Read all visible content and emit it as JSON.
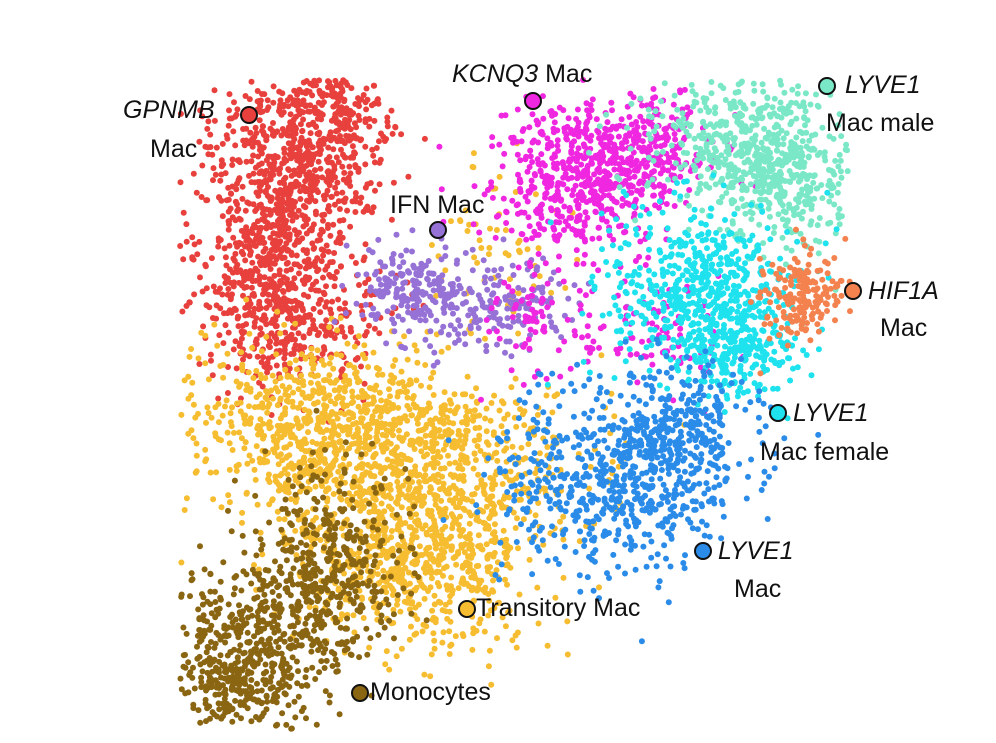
{
  "chart_data": {
    "type": "scatter",
    "title": "",
    "xlabel": "",
    "ylabel": "",
    "grid": false,
    "legend": "inline labels next to clusters",
    "series": [
      {
        "key": "gpnmb",
        "name_italic": "GPNMB",
        "name": "Mac",
        "color": "#e8403c"
      },
      {
        "key": "kcnq3",
        "name_italic": "KCNQ3",
        "name": "Mac",
        "color": "#f027e0"
      },
      {
        "key": "ifn",
        "name_italic": "",
        "name": "IFN Mac",
        "color": "#9672d6"
      },
      {
        "key": "lyve1_male",
        "name_italic": "LYVE1",
        "name": "Mac male",
        "color": "#7ae8c6"
      },
      {
        "key": "hif1a",
        "name_italic": "HIF1A",
        "name": "Mac",
        "color": "#f4824f"
      },
      {
        "key": "lyve1_female",
        "name_italic": "LYVE1",
        "name": "Mac female",
        "color": "#1ee2ee"
      },
      {
        "key": "lyve1",
        "name_italic": "LYVE1",
        "name": "Mac",
        "color": "#2a8ce8"
      },
      {
        "key": "transitory",
        "name_italic": "",
        "name": "Transitory Mac",
        "color": "#f6bd31"
      },
      {
        "key": "monocytes",
        "name_italic": "",
        "name": "Monocytes",
        "color": "#8a6512"
      }
    ]
  }
}
